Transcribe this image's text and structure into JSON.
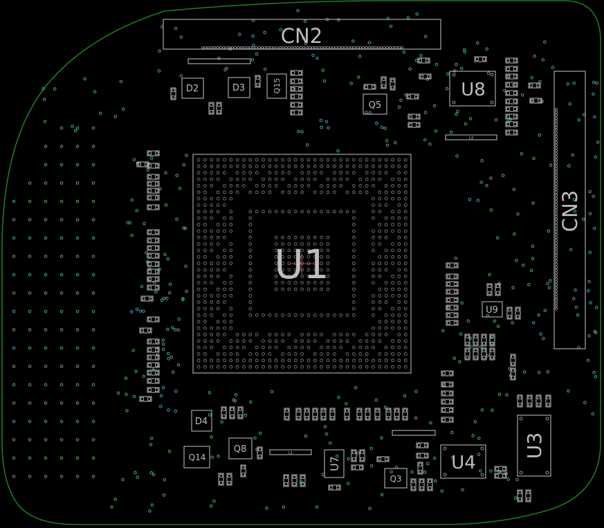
{
  "colors": {
    "background": "#000000",
    "board_edge": "#1f7a1f",
    "silkscreen": "#c8c8c8",
    "via_cyan": "#3fa7b5",
    "via_grey": "#8a8a8a",
    "pad": "#bfbfbf"
  },
  "labels": {
    "cn2": "CN2",
    "cn3": "CN3",
    "u1": "U1",
    "u3": "U3",
    "u4": "U4",
    "u7": "U7",
    "u8": "U8",
    "u9": "U9",
    "d2": "D2",
    "d3": "D3",
    "d4": "D4",
    "q3": "Q3",
    "q5": "Q5",
    "q8": "Q8",
    "q14": "Q14",
    "q15": "Q15",
    "l1": "L1",
    "l3": "L3"
  }
}
